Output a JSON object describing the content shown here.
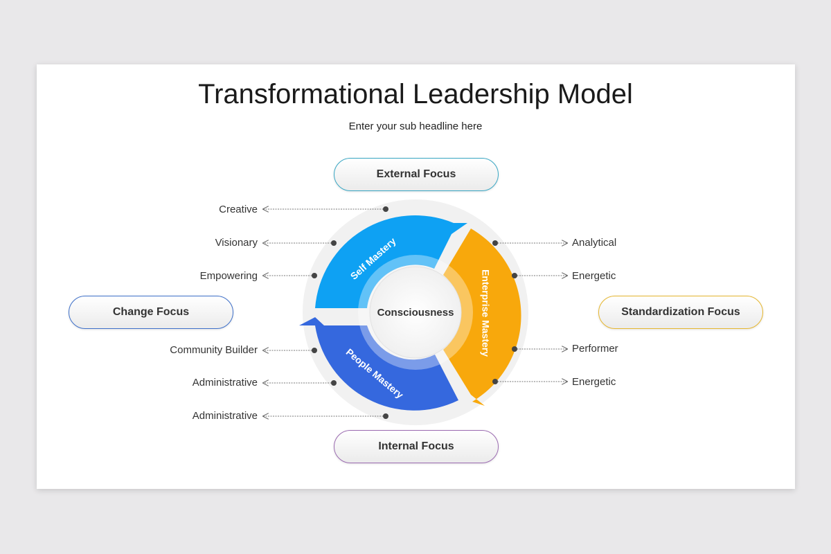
{
  "title": "Transformational Leadership Model",
  "subtitle": "Enter your sub headline here",
  "focus": {
    "external": "External Focus",
    "internal": "Internal Focus",
    "change": "Change Focus",
    "standardization": "Standardization Focus"
  },
  "center_label": "Consciousness",
  "segments": {
    "self": {
      "label": "Self Mastery",
      "color": "#0ea1f3"
    },
    "enterprise": {
      "label": "Enterprise Mastery",
      "color": "#f8a80c"
    },
    "people": {
      "label": "People Mastery",
      "color": "#3568de"
    }
  },
  "left_traits": [
    "Creative",
    "Visionary",
    "Empowering",
    "Community Builder",
    "Administrative",
    "Administrative"
  ],
  "right_traits": [
    "Analytical",
    "Energetic",
    "Performer",
    "Energetic"
  ]
}
